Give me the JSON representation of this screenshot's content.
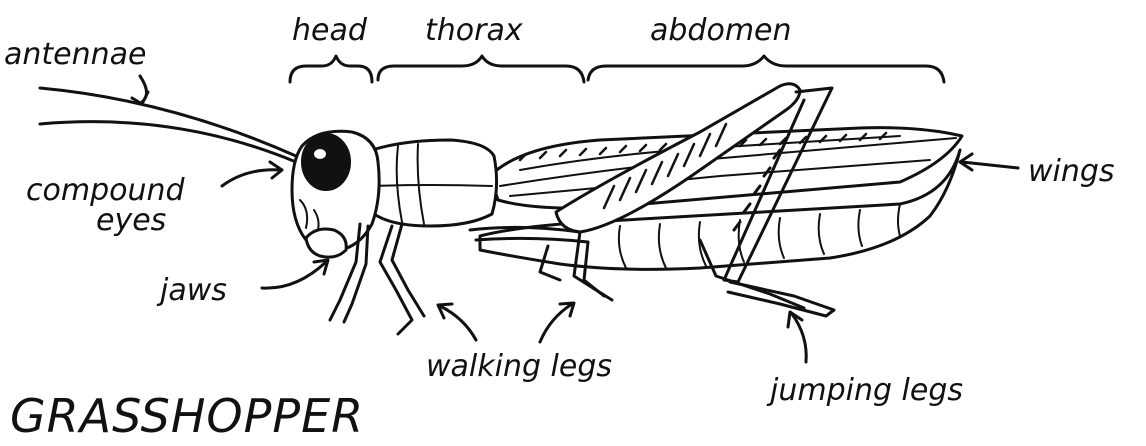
{
  "title": "GRASSHOPPER",
  "segments": {
    "head": "head",
    "thorax": "thorax",
    "abdomen": "abdomen"
  },
  "labels": {
    "antennae": "antennae",
    "compound_line1": "compound",
    "compound_line2": "eyes",
    "jaws": "jaws",
    "wings": "wings",
    "walking_legs": "walking legs",
    "jumping_legs": "jumping legs"
  }
}
